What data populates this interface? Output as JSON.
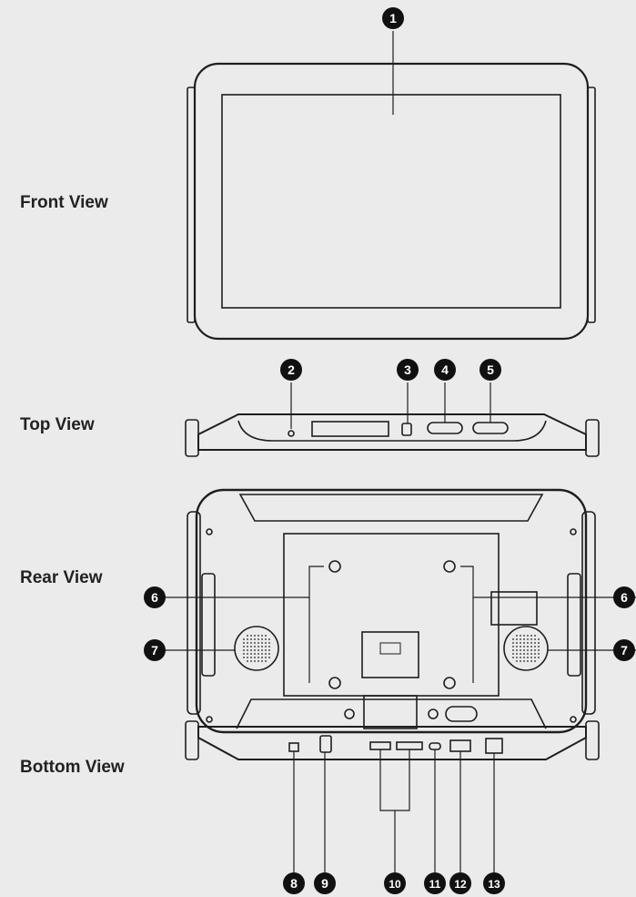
{
  "views": {
    "front": "Front View",
    "top": "Top View",
    "rear": "Rear View",
    "bottom": "Bottom View"
  },
  "callouts": [
    "1",
    "2",
    "3",
    "4",
    "5",
    "6",
    "7",
    "8",
    "9",
    "10",
    "11",
    "12",
    "13"
  ],
  "colors": {
    "background": "#ebebeb",
    "outline": "#1e1e1e",
    "callout_fill": "#111111",
    "callout_text": "#ffffff"
  }
}
